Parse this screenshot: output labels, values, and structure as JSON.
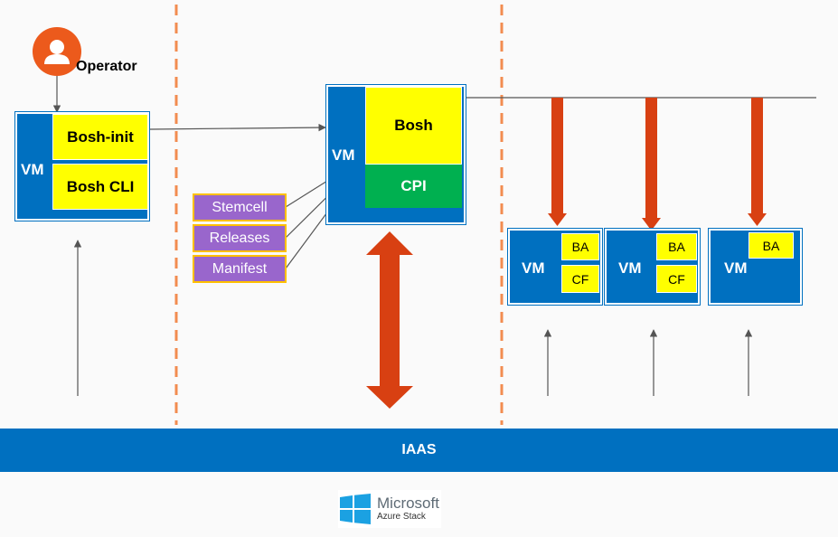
{
  "operator": {
    "label": "Operator",
    "icon": "user-icon"
  },
  "left_vm": {
    "label": "VM",
    "items": [
      "Bosh-init",
      "Bosh CLI"
    ]
  },
  "center_vm": {
    "label": "VM",
    "top": "Bosh",
    "bottom": "CPI"
  },
  "inputs": [
    "Stemcell",
    "Releases",
    "Manifest"
  ],
  "deployed_vms": [
    {
      "label": "VM",
      "items": [
        "BA",
        "CF"
      ]
    },
    {
      "label": "VM",
      "items": [
        "BA",
        "CF"
      ]
    },
    {
      "label": "VM",
      "items": [
        "BA"
      ]
    }
  ],
  "iaas": {
    "label": "IAAS"
  },
  "logo": {
    "line1": "Microsoft",
    "line2": "Azure Stack"
  },
  "colors": {
    "vm_blue": "#0070c0",
    "highlight_yellow": "#ffff00",
    "cpi_green": "#00b050",
    "input_purple": "#9966cc",
    "arrow_red": "#d84012",
    "divider_orange": "#f28c50",
    "operator_orange": "#ec5a1c"
  }
}
